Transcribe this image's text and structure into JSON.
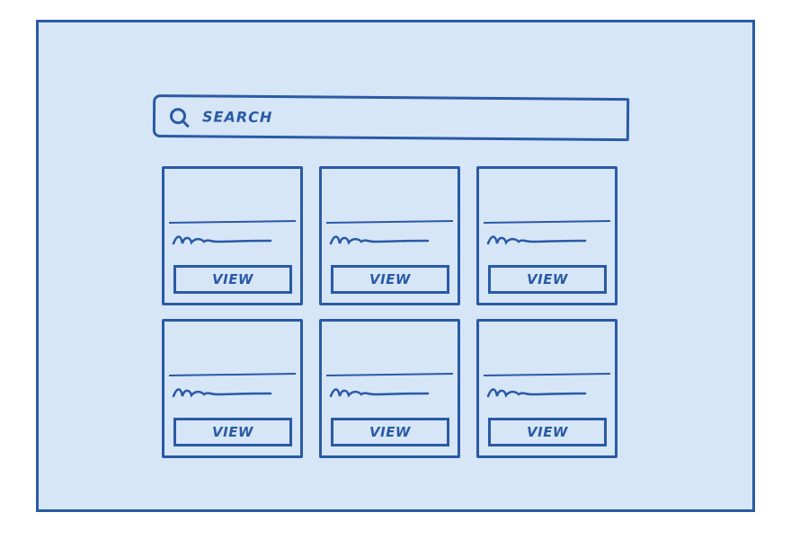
{
  "search": {
    "placeholder": "SEARCH"
  },
  "cards": [
    {
      "button_label": "VIEW"
    },
    {
      "button_label": "VIEW"
    },
    {
      "button_label": "VIEW"
    },
    {
      "button_label": "VIEW"
    },
    {
      "button_label": "VIEW"
    },
    {
      "button_label": "VIEW"
    }
  ],
  "colors": {
    "background": "#d6e6f7",
    "stroke": "#2a5aa5"
  },
  "icons": {
    "search": "search-icon"
  }
}
